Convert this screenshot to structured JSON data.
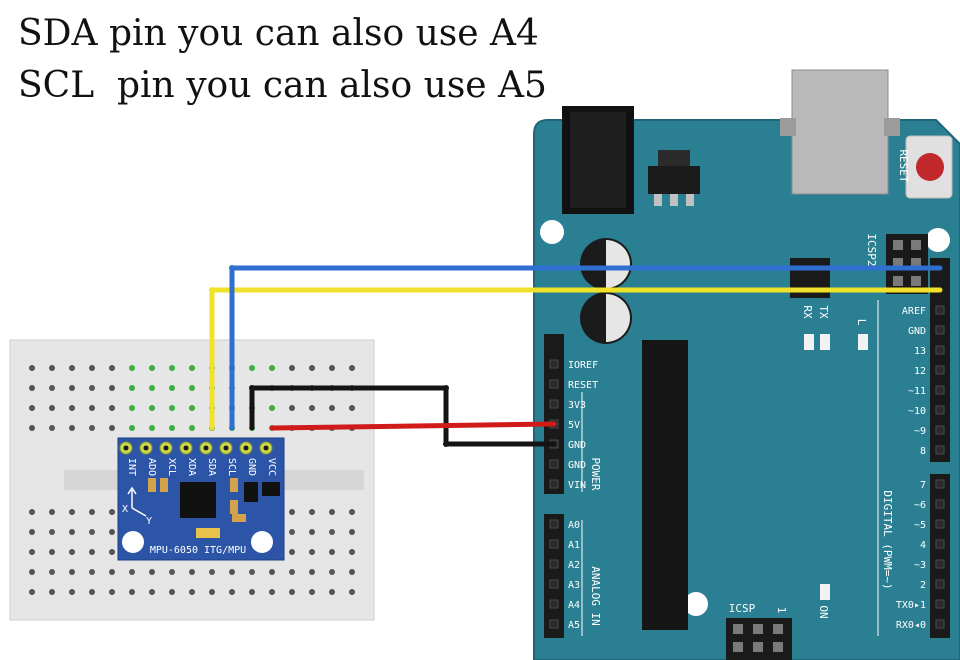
{
  "caption": {
    "line1": "SDA pin you can also use A4",
    "line2": "SCL  pin you can also use A5"
  },
  "module": {
    "name": "MPU-6050 ITG/MPU",
    "pins": [
      "INT",
      "ADO",
      "XCL",
      "XDA",
      "SDA",
      "SCL",
      "GND",
      "VCC"
    ],
    "axis_x": "X",
    "axis_y": "Y"
  },
  "arduino": {
    "reset_label": "RESET",
    "icsp_top": "ICSP2",
    "icsp_bottom": "ICSP",
    "icsp_one": "1",
    "on_label": "ON",
    "led_l": "L",
    "led_tx": "TX",
    "led_rx": "RX",
    "power_pins": [
      "IOREF",
      "RESET",
      "3V3",
      "5V",
      "GND",
      "GND",
      "VIN"
    ],
    "power_header": "POWER",
    "analog_pins": [
      "A0",
      "A1",
      "A2",
      "A3",
      "A4",
      "A5"
    ],
    "analog_header": "ANALOG IN",
    "digital_top": [
      "AREF",
      "GND",
      "13",
      "12",
      "~11",
      "~10",
      "~9",
      "8"
    ],
    "digital_bottom": [
      "7",
      "~6",
      "~5",
      "4",
      "~3",
      "2",
      "TX0▸1",
      "RX0◂0"
    ],
    "digital_header": "DIGITAL (PWM=~)"
  },
  "colors": {
    "board": "#2a7f92",
    "board_edge": "#1e6677",
    "breadboard": "#e6e6e6",
    "module": "#2c55a8",
    "wire_sda": "#f0e22a",
    "wire_scl": "#2e6fd0",
    "wire_vcc": "#d11a1a",
    "wire_gnd": "#141414"
  }
}
